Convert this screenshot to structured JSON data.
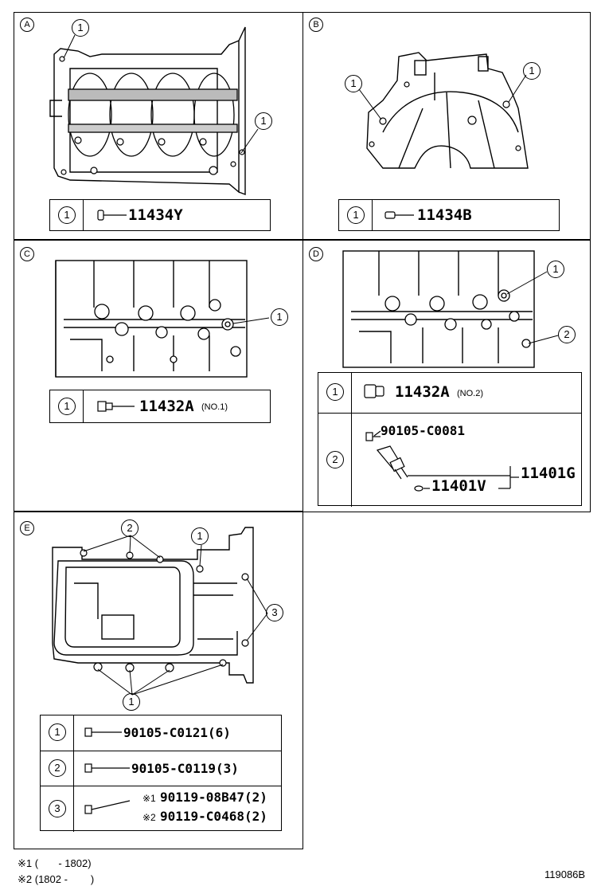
{
  "panels": {
    "A": {
      "letter": "A",
      "callout": "1",
      "part": "11434Y"
    },
    "B": {
      "letter": "B",
      "callout": "1",
      "part": "11434B"
    },
    "C": {
      "letter": "C",
      "callout": "1",
      "part": "11432A",
      "note": "(NO.1)"
    },
    "D": {
      "letter": "D",
      "callout1": "1",
      "callout2": "2",
      "part1": "11432A",
      "note1": "(NO.2)",
      "bolt": "90105-C0081",
      "sub": "11401V",
      "assembly": "11401G"
    },
    "E": {
      "letter": "E",
      "callout1": "1",
      "callout2": "2",
      "callout3": "3",
      "part1": "90105-C0121(6)",
      "part2": "90105-C0119(3)",
      "mark1": "※1",
      "part3a": "90119-08B47(2)",
      "mark2": "※2",
      "part3b": "90119-C0468(2)"
    }
  },
  "footnotes": {
    "n1_mark": "※1",
    "n1_range": "(       - 1802)",
    "n2_mark": "※2",
    "n2_range": "(1802 -        )"
  },
  "diagram_id": "119086B"
}
